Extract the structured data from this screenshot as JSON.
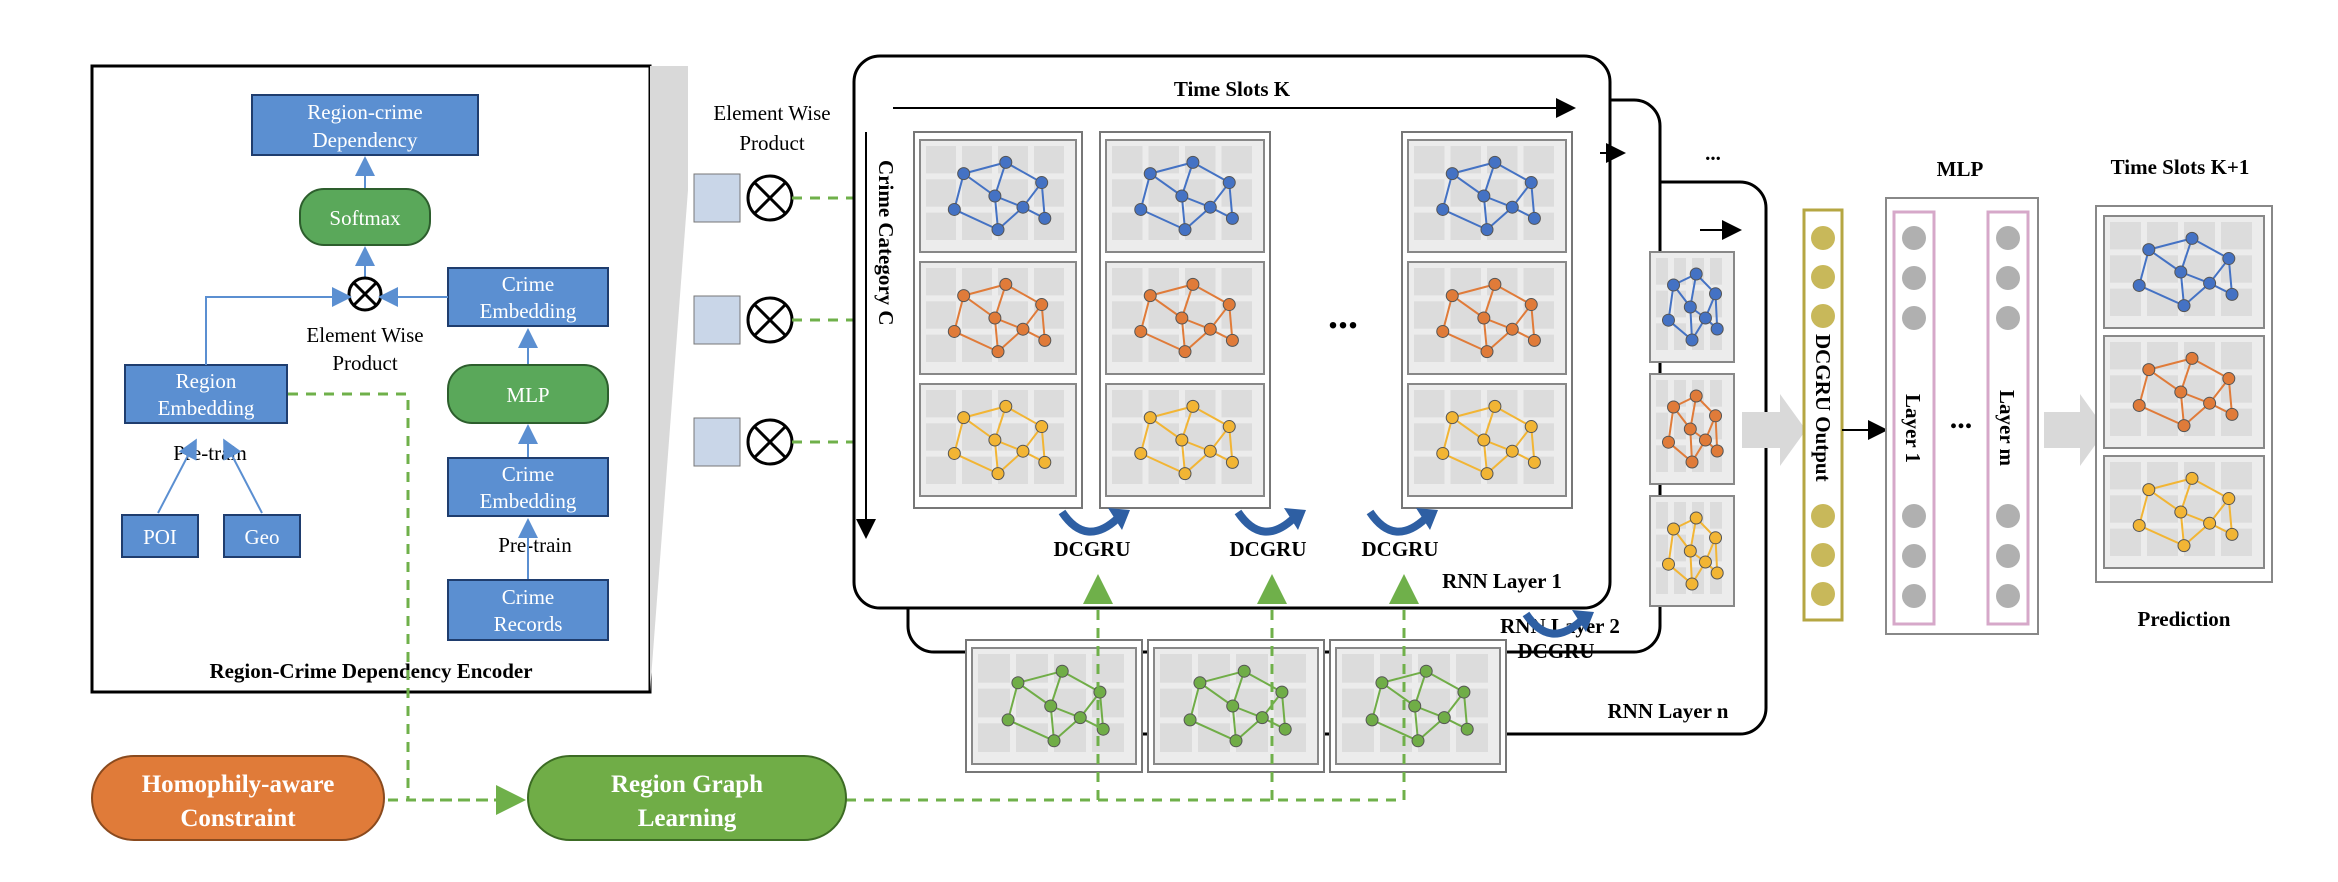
{
  "encoder": {
    "title": "Region-Crime Dependency Encoder",
    "region_crime_dependency": [
      "Region-crime",
      "Dependency"
    ],
    "softmax": "Softmax",
    "element_wise_product": [
      "Element Wise",
      "Product"
    ],
    "crime_embedding_top": [
      "Crime",
      "Embedding"
    ],
    "region_embedding": [
      "Region",
      "Embedding"
    ],
    "pre_train_left": "Pre-train",
    "poi": "POI",
    "geo": "Geo",
    "mlp": "MLP",
    "crime_embedding_bottom": [
      "Crime",
      "Embedding"
    ],
    "pre_train_right": "Pre-train",
    "crime_records": [
      "Crime",
      "Records"
    ]
  },
  "element_wise_header": [
    "Element Wise",
    "Product"
  ],
  "rnn": {
    "time_slots": "Time Slots K",
    "crime_category": "Crime Category C",
    "dots": "...",
    "dcgru": "DCGRU",
    "layer1": "RNN Layer 1",
    "layer2": "RNN Layer 2",
    "layern": "RNN Layer n"
  },
  "output": {
    "dcgru_output": "DCGRU Output",
    "mlp_title": "MLP",
    "layer_1": "Layer 1",
    "layer_m": "Layer m",
    "mlp_dots": "...",
    "time_slots_next": "Time Slots K+1",
    "prediction": "Prediction"
  },
  "bottom": {
    "homophily": [
      "Homophily-aware",
      "Constraint"
    ],
    "region_graph": [
      "Region Graph",
      "Learning"
    ]
  },
  "colors": {
    "node_blue": "#4472c4",
    "node_orange": "#e07b39",
    "node_yellow": "#f2b534",
    "node_green": "#70ad47",
    "box_blue": "#5b8fd1",
    "box_green": "#5aa85a",
    "pill_orange": "#e07b39",
    "pill_green": "#70ad47"
  }
}
